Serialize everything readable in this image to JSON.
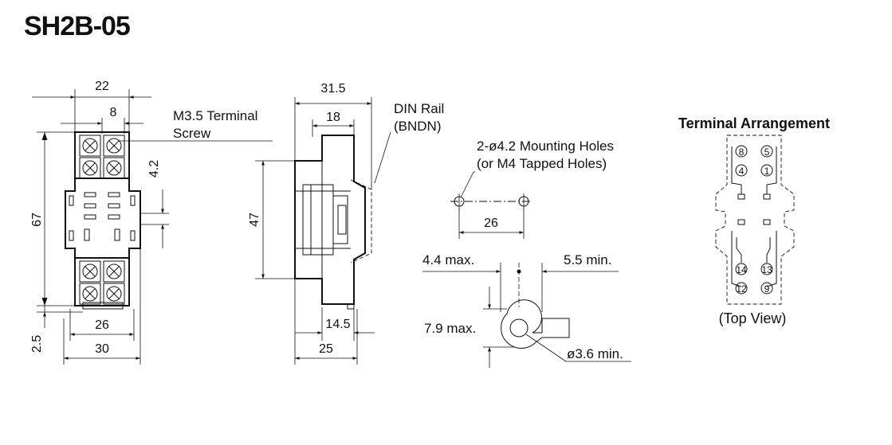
{
  "model": "SH2B-05",
  "front_view": {
    "dim_width_top": "22",
    "dim_width_inner": "8",
    "dim_height": "67",
    "dim_slot": "4.2",
    "dim_bottom_offset": "2.5",
    "dim_mount_spacing": "26",
    "dim_width_base": "30",
    "callout_screw": [
      "M3.5 Terminal",
      "Screw"
    ]
  },
  "side_view": {
    "dim_depth_total": "31.5",
    "dim_depth_upper": "18",
    "dim_height": "47",
    "dim_depth_rail": "14.5",
    "dim_depth_base": "25",
    "callout_rail": [
      "DIN Rail",
      "(BNDN)"
    ]
  },
  "mounting_holes": {
    "label": [
      "2-ø4.2 Mounting Holes",
      "(or M4 Tapped Holes)"
    ],
    "dim_spacing": "26"
  },
  "terminal_lug": {
    "dim_left": "4.4 max.",
    "dim_right": "5.5 min.",
    "dim_height": "7.9 max.",
    "dim_hole": "ø3.6 min."
  },
  "terminal_arrangement": {
    "title": "Terminal Arrangement",
    "terminals": [
      "8",
      "5",
      "4",
      "1",
      "14",
      "13",
      "12",
      "9"
    ],
    "caption": "(Top View)"
  }
}
